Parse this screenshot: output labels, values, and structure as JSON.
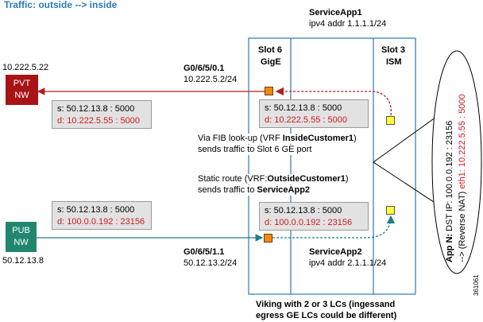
{
  "title": "Traffic: outside --> inside",
  "service_app1": {
    "name": "ServiceApp1",
    "addr": "ipv4 addr 1.1.1.1/24"
  },
  "service_app2": {
    "name": "ServiceApp2",
    "addr": "ipv4 addr 2.1.1.1/24"
  },
  "slot6": {
    "line1": "Slot 6",
    "line2": "GigE"
  },
  "slot3": {
    "line1": "Slot 3",
    "line2": "ISM"
  },
  "pvt_nw": {
    "ip": "10.222.5.22",
    "line1": "PVT",
    "line2": "NW",
    "color": "#a81416"
  },
  "pub_nw": {
    "ip": "50.12.13.8",
    "line1": "PUB",
    "line2": "NW",
    "color": "#20876e"
  },
  "intf_top": {
    "name": "G0/6/5/0.1",
    "addr": "10.222.5.2/24"
  },
  "intf_bottom": {
    "name": "G0/6/5/1.1",
    "addr": "50.12.13.2/24"
  },
  "box_top_left": {
    "s": "s: 50.12.13.8 : 5000",
    "d": "d: 10.222.5.55 : 5000"
  },
  "box_top_right": {
    "s": "s: 50.12.13.8 : 5000",
    "d": "d: 10.222.5.55 : 5000"
  },
  "box_bottom_left": {
    "s": "s: 50.12.13.8 : 5000",
    "d": "d: 100.0.0.192 : 23156"
  },
  "box_bottom_right": {
    "s": "s: 50.12.13.8 : 5000",
    "d": "d: 100.0.0.192 : 23156"
  },
  "fib_note": {
    "pre": "Via FIB look-up (VRF ",
    "vrf": "InsideCustomer1",
    "post": ")",
    "line2": "sends traffic to Slot 6 GE port"
  },
  "static_note": {
    "pre": "Static route (VRF:",
    "vrf": "OutsideCustomer1",
    "post": ")",
    "line2_pre": "sends traffic to ",
    "line2_bold": "ServiceApp2"
  },
  "app_n": {
    "label": "App N:",
    "dst": " DST IP: 100.0.0.192 : 23156",
    "rev_pre": "--> (Reverse NAT) ",
    "rev_red": "eth1: 10.222.5.55 : 5000"
  },
  "footer": {
    "line1": "Viking with 2 or 3 LCs (ingessand",
    "line2": "egress GE LCs could be different)"
  },
  "figure_id": "361061",
  "colors": {
    "accent": "#2a7ab8",
    "red_arrow": "#b01e22",
    "teal_arrow": "#1f7d8a",
    "red_text": "#cc1b22"
  }
}
